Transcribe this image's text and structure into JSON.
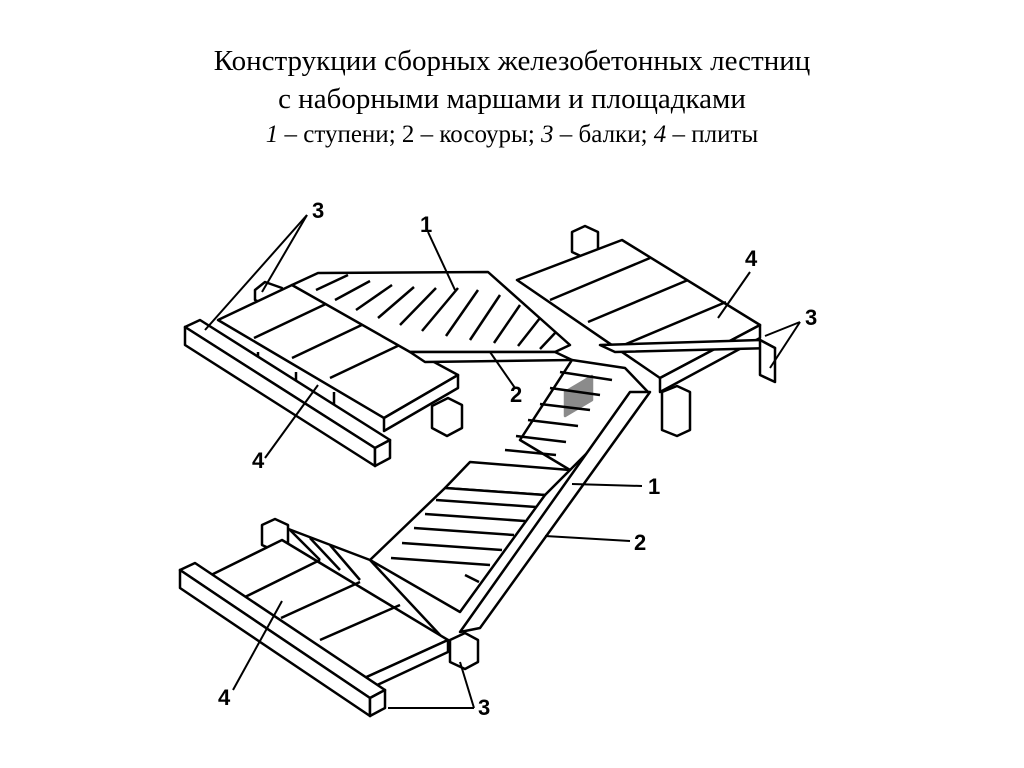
{
  "title": {
    "line1": "Конструкции сборных железобетонных лестниц",
    "line2": "с наборными маршами и площадками"
  },
  "caption": {
    "n1": "1",
    "t1": " – ступени; 2 – косоуры;   ",
    "n3": "3",
    "t3": " – балки; ",
    "n4": "4",
    "t4": " – плиты"
  },
  "callouts": {
    "top_left_beam": "3",
    "top_steps": "1",
    "top_stringer": "2",
    "top_left_slab": "4",
    "right_slab": "4",
    "right_beam": "3",
    "mid_steps": "1",
    "mid_stringer": "2",
    "bottom_slab": "4",
    "bottom_beam": "3"
  }
}
